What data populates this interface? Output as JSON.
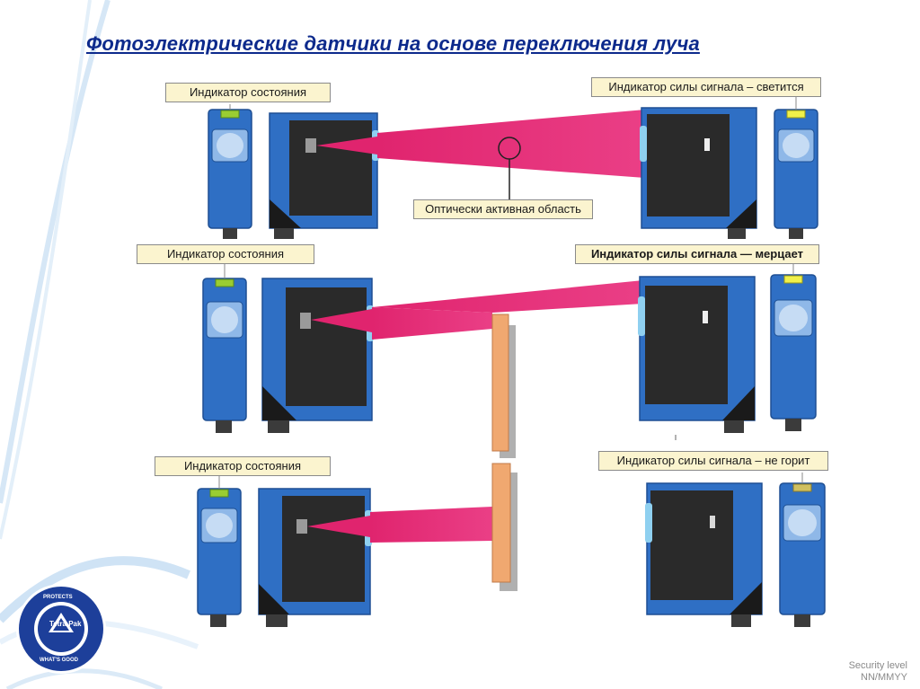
{
  "title": "Фотоэлектрические датчики на основе переключения луча",
  "labels": {
    "row1_left": "Индикатор состояния",
    "row1_right": "Индикатор силы сигнала – светится",
    "row1_active_area": "Оптически активная область",
    "row2_left": "Индикатор состояния",
    "row2_right": "Индикатор силы сигнала — мерцает",
    "row3_left": "Индикатор состояния",
    "row3_right": "Индикатор силы сигнала – не горит"
  },
  "logo": {
    "brand": "Tetra Pak",
    "ring_top": "PROTECTS",
    "ring_bottom": "WHAT'S GOOD"
  },
  "footer": {
    "security_level": "Security level",
    "code": "NN/MMYY"
  },
  "colors": {
    "sensor_blue": "#2f6fc4",
    "beam_pink": "#e8327a",
    "title_blue": "#0d2a8c",
    "plate_orange": "#f0a870",
    "callout_bg": "#fbf4cf"
  }
}
